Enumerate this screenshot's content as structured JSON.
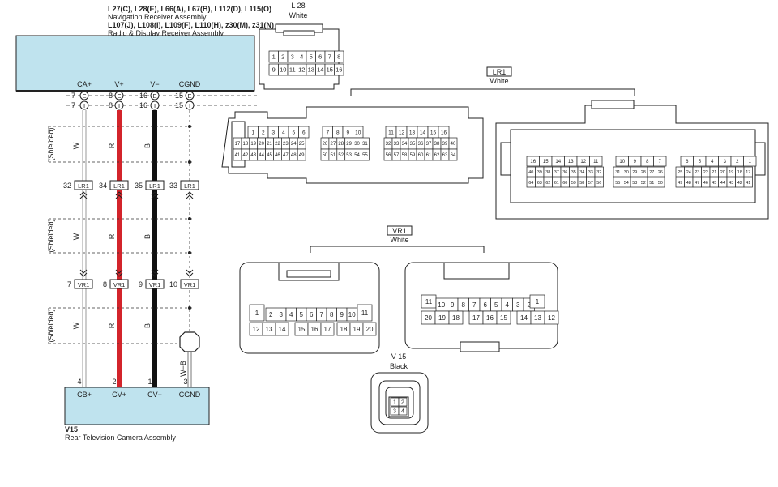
{
  "header": {
    "nav_line1": "L27(C), L28(E), L66(A), L67(B), L112(D), L115(O)",
    "nav_name": "Navigation Receiver Assembly",
    "radio_line1": "L107(J), L108(I), L109(F), L110(H), z30(M), z31(N)",
    "radio_name": "Radio & Display Receiver Assembly"
  },
  "top_terminals": [
    "CA+",
    "V+",
    "V−",
    "CGND"
  ],
  "pins": {
    "ca": {
      "e": "7",
      "i": "7"
    },
    "vp": {
      "e": "8",
      "i": "8"
    },
    "vm": {
      "e": "16",
      "i": "16"
    },
    "cg": {
      "e": "15",
      "i": "15"
    }
  },
  "pin_letters": {
    "e": "E",
    "i": "I"
  },
  "shielded": "(Shielded)",
  "wire_colors": {
    "white": "W",
    "red": "R",
    "black": "B",
    "white_black": "W−B"
  },
  "lr1_pins": [
    "32",
    "34",
    "35",
    "33"
  ],
  "lr1_label": "LR1",
  "vr1_pins": [
    "7",
    "8",
    "9",
    "10"
  ],
  "vr1_label": "VR1",
  "bottom_pins": [
    "4",
    "2",
    "1",
    "3"
  ],
  "bottom_terminals": [
    "CB+",
    "CV+",
    "CV−",
    "CGND"
  ],
  "component": {
    "code": "V15",
    "name": "Rear Television Camera Assembly"
  },
  "connector_l28": {
    "title": "L 28",
    "color": "White",
    "row1": [
      "1",
      "2",
      "3",
      "4",
      "5",
      "6",
      "7",
      "8"
    ],
    "row2": [
      "9",
      "10",
      "11",
      "12",
      "13",
      "14",
      "15",
      "16"
    ]
  },
  "connector_lr1": {
    "title": "LR1",
    "color": "White",
    "male_row1": [
      "1",
      "2",
      "3",
      "4",
      "5",
      "6",
      "7",
      "8",
      "9",
      "10",
      "11",
      "12",
      "13",
      "14",
      "15",
      "16"
    ],
    "male_row2": [
      "17",
      "18",
      "19",
      "20",
      "21",
      "22",
      "23",
      "24",
      "25",
      "26",
      "27",
      "28",
      "29",
      "30",
      "31",
      "32",
      "33",
      "34",
      "35",
      "36",
      "37",
      "38",
      "39",
      "40"
    ],
    "male_row3": [
      "41",
      "42",
      "43",
      "44",
      "45",
      "46",
      "47",
      "48",
      "49",
      "50",
      "51",
      "52",
      "53",
      "54",
      "55",
      "56",
      "57",
      "58",
      "59",
      "60",
      "61",
      "62",
      "63",
      "64"
    ],
    "female_row1": [
      "16",
      "15",
      "14",
      "13",
      "12",
      "11",
      "10",
      "9",
      "8",
      "7",
      "6",
      "5",
      "4",
      "3",
      "2",
      "1"
    ],
    "female_row2": [
      "40",
      "39",
      "38",
      "37",
      "36",
      "35",
      "34",
      "33",
      "32",
      "31",
      "30",
      "29",
      "28",
      "27",
      "26",
      "25",
      "24",
      "23",
      "22",
      "21",
      "20",
      "19",
      "18",
      "17"
    ],
    "female_row3": [
      "64",
      "63",
      "62",
      "61",
      "60",
      "59",
      "58",
      "57",
      "56",
      "55",
      "54",
      "53",
      "52",
      "51",
      "50",
      "49",
      "48",
      "47",
      "46",
      "45",
      "44",
      "43",
      "42",
      "41"
    ]
  },
  "connector_vr1": {
    "title": "VR1",
    "color": "White",
    "left_row1": [
      "1",
      "2",
      "3",
      "4",
      "5",
      "6",
      "7",
      "8",
      "9",
      "10",
      "11"
    ],
    "left_row2": [
      "12",
      "13",
      "14",
      "15",
      "16",
      "17",
      "18",
      "19",
      "20"
    ],
    "right_row1": [
      "11",
      "10",
      "9",
      "8",
      "7",
      "6",
      "5",
      "4",
      "3",
      "2",
      "1"
    ],
    "right_row2": [
      "20",
      "19",
      "18",
      "17",
      "16",
      "15",
      "14",
      "13",
      "12"
    ]
  },
  "connector_v15": {
    "title": "V 15",
    "color": "Black",
    "pins": [
      "1",
      "2",
      "3",
      "4"
    ]
  },
  "colors": {
    "assembly_fill": "#bfe3ee",
    "red_wire": "#d3242b",
    "black_wire": "#111111"
  }
}
